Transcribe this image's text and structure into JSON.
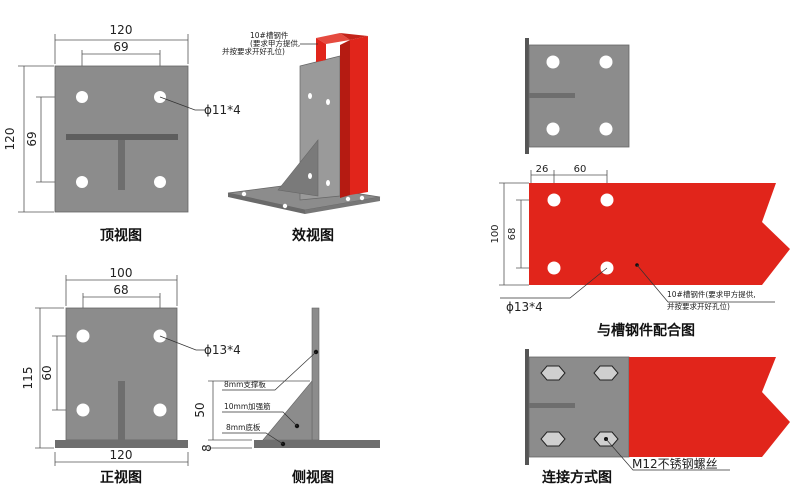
{
  "top_view": {
    "dim_width": "120",
    "dim_hole_spacing": "69",
    "dim_height": "120",
    "dim_hole_spacing_v": "69",
    "hole_label": "ϕ11*4",
    "caption": "顶视图"
  },
  "effect_view": {
    "channel_note_line1": "10#槽钢件",
    "channel_note_line2": "(要求甲方提供,",
    "channel_note_line3": "并按要求开好孔位)",
    "caption": "效视图"
  },
  "front_view": {
    "dim_width_top": "100",
    "dim_hole_spacing": "68",
    "dim_height": "115",
    "dim_hole_spacing_v": "60",
    "dim_width_bottom": "120",
    "hole_label": "ϕ13*4",
    "caption": "正视图"
  },
  "side_view": {
    "label_support": "8mm支撑板",
    "label_rib": "10mm加强筋",
    "label_base": "8mm底板",
    "dim_50": "50",
    "dim_8": "8",
    "caption": "侧视图"
  },
  "mating_view": {
    "dim_26": "26",
    "dim_60": "60",
    "dim_100": "100",
    "dim_68": "68",
    "hole_label": "ϕ13*4",
    "channel_note_line1": "10#槽钢件(要求甲方提供,",
    "channel_note_line2": "并按要求开好孔位)",
    "caption": "与槽钢件配合图"
  },
  "connection_view": {
    "bolt_label": "M12不锈钢螺丝",
    "caption": "连接方式图"
  },
  "colors": {
    "plate_gray": "#8c8c8c",
    "channel_red": "#e1251b",
    "hole_white": "#ffffff"
  }
}
